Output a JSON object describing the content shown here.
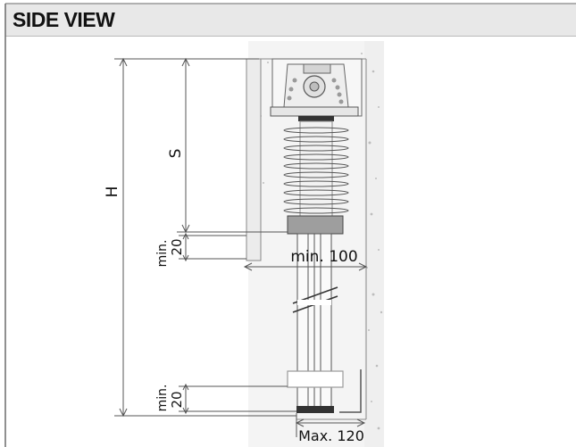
{
  "header": {
    "title": "SIDE VIEW"
  },
  "dimensions": {
    "height_label": "H",
    "stroke_label": "S",
    "min_gap_top_line1": "min.",
    "min_gap_top_line2": "20",
    "min_gap_bottom_line1": "min.",
    "min_gap_bottom_line2": "20",
    "width_min_label": "min. 100",
    "width_max_label": "Max. 120"
  },
  "colors": {
    "frame": "#6b6b6b",
    "wall_speckle": "#cfcfcf",
    "header_bg": "#e8e8e8"
  }
}
